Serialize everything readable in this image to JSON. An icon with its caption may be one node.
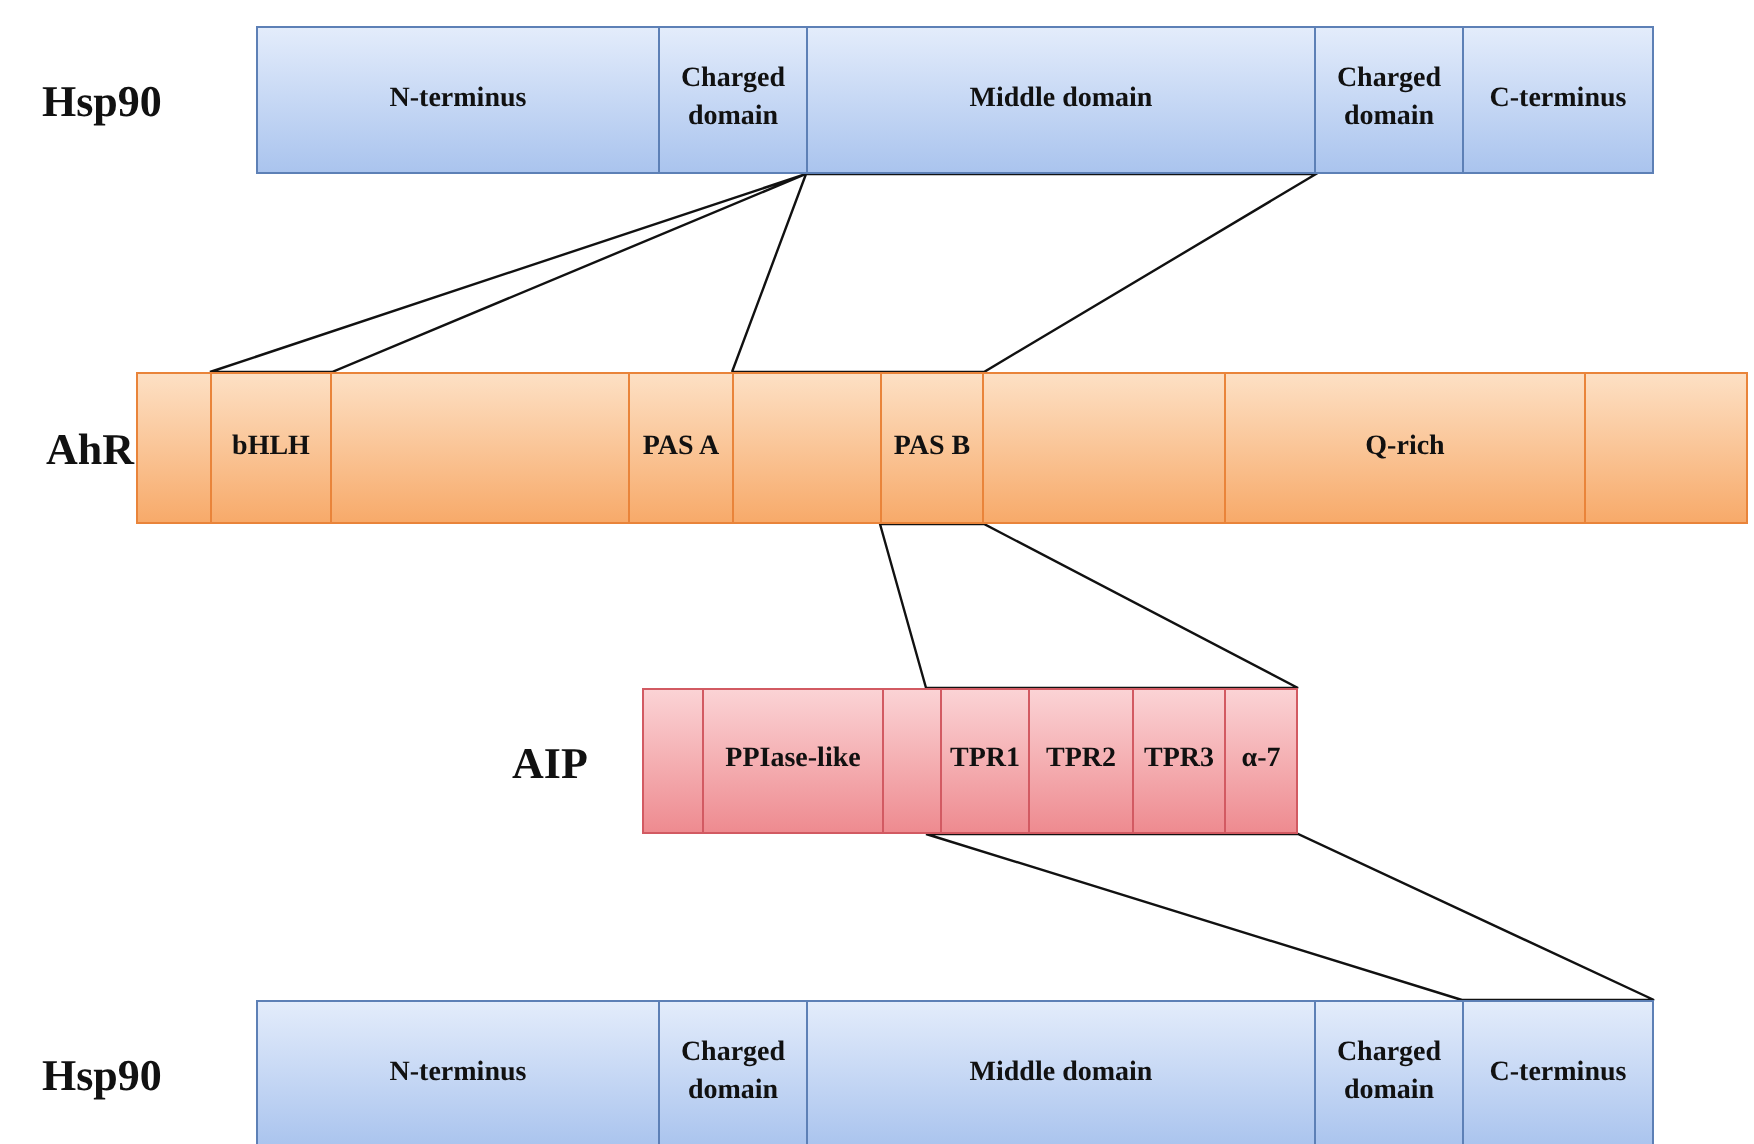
{
  "diagram": {
    "nodes": [
      {
        "text": [
          "Hsp90"
        ]
      },
      {
        "text": [
          "N-terminus"
        ],
        "in": 0
      },
      {
        "text": [
          "Charged domain"
        ],
        "in": 0
      },
      {
        "text": [
          "Middle domain"
        ],
        "in": 0
      },
      {
        "text": [
          "Charged domain"
        ],
        "in": 0
      },
      {
        "text": [
          "C-terminus"
        ],
        "in": 0
      },
      {
        "text": [
          "AhR"
        ]
      },
      {
        "text": [],
        "shape": "box",
        "in": 6
      },
      {
        "text": [
          "bHLH"
        ],
        "in": 6
      },
      {
        "text": [],
        "shape": "box",
        "in": 6
      },
      {
        "text": [
          "PAS A"
        ],
        "in": 6
      },
      {
        "text": [],
        "shape": "box",
        "in": 6
      },
      {
        "text": [
          "PAS B"
        ],
        "in": 6
      },
      {
        "text": [],
        "shape": "box",
        "in": 6
      },
      {
        "text": [
          "Q-rich"
        ],
        "in": 6
      },
      {
        "text": [],
        "shape": "box",
        "in": 6
      },
      {
        "text": [
          "AIP"
        ]
      },
      {
        "text": [],
        "shape": "box",
        "in": 16
      },
      {
        "text": [
          "PPIase-like"
        ],
        "in": 16
      },
      {
        "text": [],
        "shape": "box",
        "in": 16
      },
      {
        "text": [
          "TPR1"
        ],
        "in": 16
      },
      {
        "text": [
          "TPR2"
        ],
        "in": 16
      },
      {
        "text": [
          "TPR3"
        ],
        "in": 16
      },
      {
        "text": [
          "α-7"
        ],
        "in": 16
      },
      {
        "text": [
          "Hsp90"
        ]
      },
      {
        "text": [
          "N-terminus"
        ],
        "in": 24
      },
      {
        "text": [
          "Charged domain"
        ],
        "in": 24
      },
      {
        "text": [
          "Middle domain"
        ],
        "in": 24
      },
      {
        "text": [
          "Charged domain"
        ],
        "in": 24
      },
      {
        "text": [
          "C-terminus"
        ],
        "in": 24
      }
    ],
    "edges": [
      {
        "from": 3,
        "to": 8,
        "arrow": "none"
      },
      {
        "from": 3,
        "to": 11,
        "arrow": "none"
      },
      {
        "from": 3,
        "to": 12,
        "arrow": "none"
      },
      {
        "from": 12,
        "to": 16,
        "arrow": "none"
      },
      {
        "from": 16,
        "to": 29,
        "arrow": "none"
      }
    ]
  }
}
